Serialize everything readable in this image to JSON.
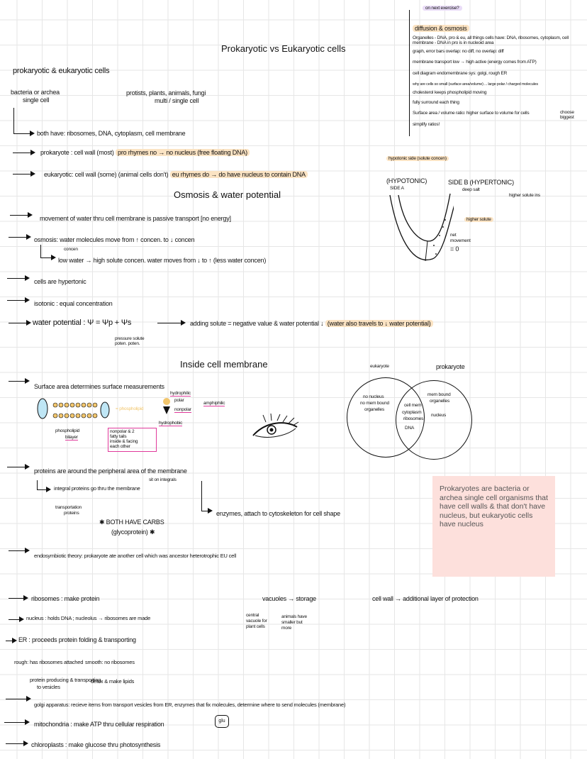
{
  "sidebar_notes": {
    "header": "on next exercise?",
    "items": [
      "diffusion & osmosis",
      "Organelles - DNA, pro & eu, all things cells have: DNA, ribosomes, cytoplasm, cell membrane - DNA in pro is in nucleoid area",
      "graph, error bars overlap: no diff, no overlap: diff",
      "membrane transport low → high active (energy comes from ATP)",
      "cell diagram endomembrane sys: golgi, rough ER",
      "why are cells so small (surface area/volume) ... large polar / charged molecules",
      "cholesterol keeps phospholipid moving",
      "fully surround each thing",
      "Surface area / volume ratio: higher surface to volume for cells",
      "simplify ratios!"
    ],
    "side_note": "choose biggest"
  },
  "titles": {
    "main": "Prokaryotic vs Eukaryotic cells",
    "osmosis": "Osmosis & water potential",
    "membrane": "Inside cell membrane"
  },
  "section1": {
    "heading": "prokaryotic & eukaryotic cells",
    "pro_desc": "bacteria or archea",
    "pro_desc2": "single cell",
    "eu_desc": "protists, plants, animals, fungi",
    "eu_desc2": "multi / single cell",
    "both": "both have: ribosomes, DNA, cytoplasm, cell membrane",
    "prokaryote": "prokaryote : cell wall (most)",
    "prokaryote_hl": "pro rhymes no → no nucleus (free floating DNA)",
    "eukaryotic": "eukaryotic: cell wall (some) (animal cells don't)",
    "eukaryotic_hl": "eu rhymes do → do have nucleus to contain DNA"
  },
  "osmosis": {
    "l1": "movement of water thru cell membrane is passive transport [no energy]",
    "l2": "osmosis: water molecules move from ↑ concen. to ↓ concen",
    "l3_small": "concen",
    "l3": "low water → high solute concen. water moves from ↓ to ↑ (less water concen)",
    "l4": "cells are hypertonic",
    "l5": "isotonic : equal concentration",
    "l6": "water potential :  Ψ = Ψp + Ψs",
    "l6_sub": "pressure  solute",
    "l6_sub2": "poten.   poten.",
    "l7": "adding solute = negative value & water potential ↓",
    "l7_hl": "(water also travels to ↓ water potential)"
  },
  "u_tube": {
    "top_hl": "hypotonic side (solute concen)",
    "side_a": "(HYPOTONIC)",
    "side_a2": "SIDE A",
    "side_b": "SIDE B (HYPERTONIC)",
    "deep": "deep salt",
    "higher_solute_ins": "higher solute ins",
    "higher_solute": "higher solute",
    "net": "net",
    "movement": "movement",
    "zero": "= 0"
  },
  "membrane": {
    "l1": "Surface area determines surface measurements",
    "phospho": "phospholipid",
    "bilayer": "bilayer",
    "phospholipid_label": "= phospholipid",
    "hydrophilic": "hydrophilic",
    "polar": "polar",
    "nonpolar": "nonpolar",
    "hydrophobic": "hydrophobic",
    "amphiphilic": "amphiphilic",
    "box": [
      "nonpolar & 2",
      "fatty tails",
      "inside & facing",
      "each other"
    ],
    "l2": "proteins are around the peripheral area of the membrane",
    "l2b": "sit on integrals",
    "l3": "integral proteins go thru the membrane",
    "l3b": "transportation",
    "l3c": "proteins",
    "l4": "enzymes, attach to cytoskeleton for cell shape",
    "carbs": "✱ BOTH HAVE CARBS",
    "carbs2": "(glycoprotein) ✱",
    "l5": "endosymbiotic theory: prokaryote ate another cell which was ancestor heterotrophic EU cell"
  },
  "venn": {
    "left_title": "eukaryote",
    "right_title": "prokaryote",
    "left": [
      "no nucleus",
      "no mem bound",
      "organelles"
    ],
    "middle": [
      "cell mem",
      "cytoplasm",
      "ribosomes",
      "DNA"
    ],
    "right": [
      "mem bound",
      "organelles",
      "nucleus"
    ]
  },
  "note_box": "Prokaryotes are bacteria or archea single cell organisms that have cell walls & that don't have nucleus, but eukaryotic cells have nucleus",
  "organelles": {
    "ribosomes": "ribosomes : make protein",
    "nucleus": "nucleus : holds DNA ; nucleolus → ribosomes are made",
    "er": "ER : proceeds protein folding & transporting",
    "rough": "rough: has ribosomes attached",
    "smooth": "smooth: no ribosomes",
    "rough2": "protein producing & transporting",
    "rough3": "to vesicles",
    "smooth2": "detox & make lipids",
    "golgi": "golgi apparatus: recieve items from transport vesicles from ER, enzymes that fix molecules, determine where to send molecules (membrane)",
    "mito": "mitochondria : make ATP thru cellular respiration",
    "chloro": "chloroplasts : make glucose thru photosynthesis",
    "vacuoles": "vacuoles → storage",
    "vac_l": [
      "central",
      "vacuole for",
      "plant cells"
    ],
    "vac_r": [
      "animals have",
      "smaller but",
      "more"
    ],
    "cellwall": "cell wall → additional layer of protection",
    "glu": "glu"
  }
}
